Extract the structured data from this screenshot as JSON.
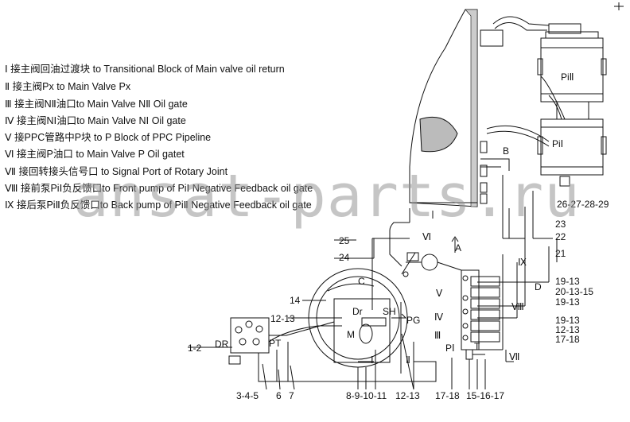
{
  "legend": [
    {
      "roman": "Ⅰ",
      "text": "接主阀回油过渡块  to Transitional Block of Main valve oil return"
    },
    {
      "roman": "Ⅱ",
      "text": "接主阀Px   to Main Valve Px"
    },
    {
      "roman": "Ⅲ",
      "text": "接主阀NⅡ油口to Main Valve NⅡ  Oil gate"
    },
    {
      "roman": "Ⅳ",
      "text": "接主阀NⅠ油口to Main Valve NⅠ  Oil gate"
    },
    {
      "roman": "Ⅴ",
      "text": "接PPC管路中P块  to P Block of PPC Pipeline"
    },
    {
      "roman": "Ⅵ",
      "text": "接主阀P油口  to Main Valve P Oil gatet"
    },
    {
      "roman": "Ⅶ",
      "text": "接回转接头信号口 to Signal Port of Rotary Joint"
    },
    {
      "roman": "Ⅷ",
      "text": "接前泵PiⅠ负反馈口to Front pump  of PiⅠ Negative Feedback oil gate"
    },
    {
      "roman": "Ⅸ",
      "text": "接后泵PiⅡ负反馈口to Back pump  of PiⅡ Negative Feedback oil gate"
    }
  ],
  "watermark": "ansat-parts.ru",
  "labels": {
    "pi2": "PiⅡ",
    "pi1": "PiⅠ",
    "B": "B",
    "A": "A",
    "C": "C",
    "D": "D",
    "Dr": "Dr",
    "SH": "SH",
    "PG": "PG",
    "M": "M",
    "DR": "DR",
    "PT": "PT",
    "P1": "PⅠ",
    "T": "T"
  },
  "part_numbers": {
    "n26_29": "26-27-28-29",
    "n23": "23",
    "n22": "22",
    "n21": "21",
    "n25": "25",
    "n24": "24",
    "n19_13a": "19-13",
    "n20_13_15": "20-13-15",
    "n19_13b": "19-13",
    "n19_13c": "19-13",
    "n12_13r": "12-13",
    "n17_18r": "17-18",
    "n14": "14",
    "n12_13l": "12-13",
    "n1_2": "1-2",
    "b_3_4_5": "3-4-5",
    "b_6": "6",
    "b_7": "7",
    "b_8_9_10_11": "8-9-10-11",
    "b_12_13": "12-13",
    "b_17_18": "17-18",
    "b_15_16_17": "15-16-17"
  },
  "roman_marks": {
    "r6": "Ⅵ",
    "r5": "Ⅴ",
    "r4": "Ⅳ",
    "r3": "Ⅲ",
    "r1": "Ⅰ",
    "r2": "Ⅱ",
    "r7": "Ⅶ",
    "r8": "Ⅷ",
    "r9": "Ⅸ"
  }
}
